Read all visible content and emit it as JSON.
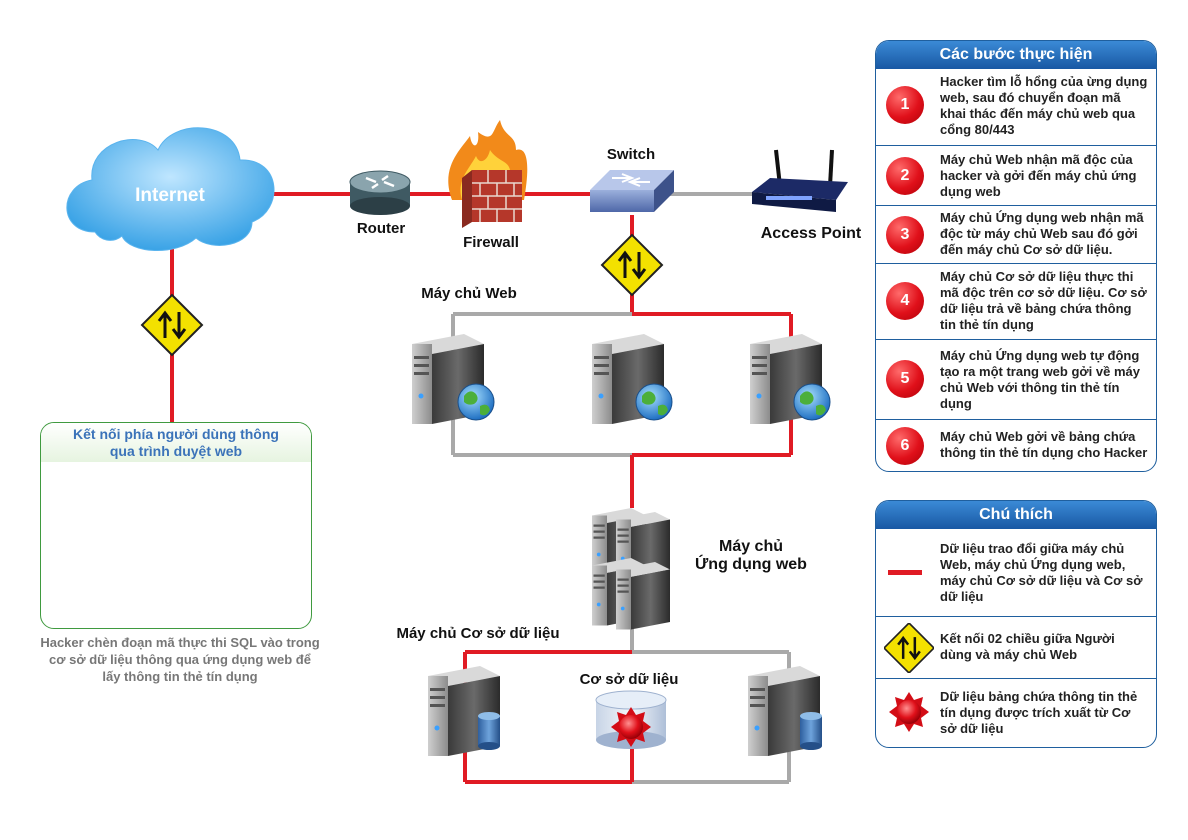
{
  "diagram": {
    "internet": "Internet",
    "router": "Router",
    "firewall": "Firewall",
    "switch": "Switch",
    "access_point": "Access Point",
    "web_servers": "Máy chủ Web",
    "app_servers_line1": "Máy chủ",
    "app_servers_line2": "Ứng dụng web",
    "db_servers": "Máy chủ Cơ sở dữ liệu",
    "database": "Cơ sở dữ liệu"
  },
  "user_box": {
    "title_line1": "Kết nối phía người dùng thông",
    "title_line2": "qua trình duyệt web"
  },
  "caption": {
    "line1": "Hacker chèn đoạn mã thực thi SQL vào trong",
    "line2": "cơ sở dữ liệu thông qua ứng dụng web để",
    "line3": "lấy thông tin thẻ tín dụng"
  },
  "steps": {
    "title": "Các bước thực hiện",
    "items": [
      {
        "num": "1",
        "text": "Hacker tìm lỗ hổng của ừng dụng web, sau đó chuyển đoạn mã khai thác đến máy chủ web qua cổng 80/443"
      },
      {
        "num": "2",
        "text": "Máy chủ Web nhận mã độc của hacker và gởi đến máy chủ ứng dụng web"
      },
      {
        "num": "3",
        "text": "Máy chủ Ứng dụng web nhận mã độc từ máy chủ Web sau đó gởi đến  máy chủ Cơ sở dữ liệu."
      },
      {
        "num": "4",
        "text": "Máy chủ Cơ sở dữ liệu thực thi mã độc trên cơ sở dữ liệu. Cơ sở dữ liệu trả về bảng chứa thông tin thẻ tín dụng"
      },
      {
        "num": "5",
        "text": "Máy chủ Ứng dụng web tự động tạo ra một trang web gởi về máy chủ Web với thông tin thẻ tín dụng"
      },
      {
        "num": "6",
        "text": "Máy chủ Web gởi về bảng chứa thông tin thẻ tín dụng cho Hacker"
      }
    ]
  },
  "legend": {
    "title": "Chú thích",
    "items": [
      {
        "icon": "red-line-icon",
        "text": "Dữ liệu trao đổi giữa máy chủ Web, máy chủ Ứng dụng web, máy chủ Cơ sở dữ liệu và Cơ sở dữ liệu"
      },
      {
        "icon": "bidirectional-arrow-icon",
        "text": "Kết nối 02 chiều giữa Người dùng và máy chủ Web"
      },
      {
        "icon": "red-data-burst-icon",
        "text": "Dữ liệu bảng chứa thông tin thẻ tín dụng được trích xuất từ Cơ sở dữ liệu"
      }
    ]
  },
  "colors": {
    "data_line": "#e01b24",
    "network_line": "#a9a9a9",
    "panel_header": "#1f66b3",
    "warning_sign": "#f3e100"
  }
}
